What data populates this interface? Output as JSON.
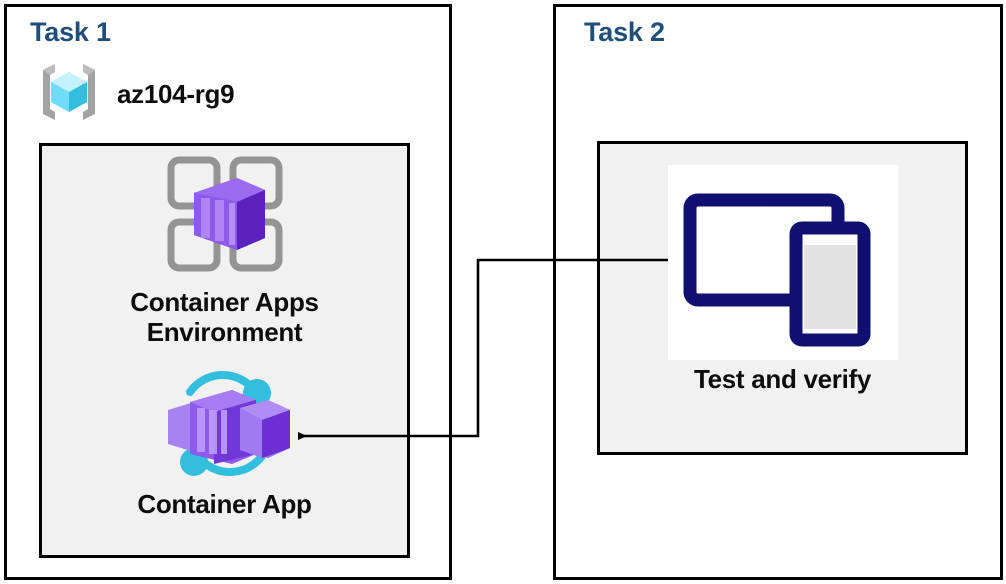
{
  "diagram": {
    "title_color": "#1F4E79",
    "panel_border_color": "#000000",
    "group_fill_color": "#F1F1F1",
    "connector_color": "#000000"
  },
  "task1": {
    "title": "Task 1",
    "resource_group": {
      "icon": "resource-group-icon",
      "label": "az104-rg9"
    },
    "items": [
      {
        "icon": "container-apps-environment-icon",
        "caption": "Container Apps\nEnvironment"
      },
      {
        "icon": "container-app-icon",
        "caption": "Container App"
      }
    ]
  },
  "task2": {
    "title": "Task 2",
    "items": [
      {
        "icon": "devices-test-verify-icon",
        "caption": "Test and verify"
      }
    ]
  },
  "connector": {
    "name": "arrow-test-to-container-app",
    "from": "Test and verify",
    "to": "Container App",
    "direction": "right-to-left",
    "arrowhead": "left"
  },
  "colors": {
    "azure_purple_dark": "#5B2EC4",
    "azure_purple_mid": "#8661E0",
    "azure_purple_light": "#A782F0",
    "azure_cyan": "#32BEDD",
    "azure_cyan_light": "#9CEBFF",
    "gray_frame": "#949494",
    "navy_device": "#101070"
  }
}
